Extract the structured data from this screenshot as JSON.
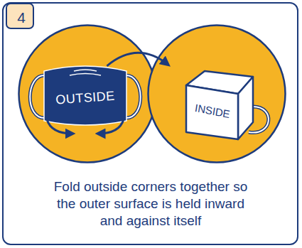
{
  "diagram": {
    "caption": "Fold outside corners together so the outer surface is held inward and against itself",
    "nodes": [
      {
        "text": [
          "4"
        ]
      },
      {
        "text": [
          "OUTSIDE"
        ]
      },
      {
        "text": [
          "INSIDE"
        ]
      }
    ],
    "edges": [
      {
        "from": 1,
        "to": 2,
        "arrow": "to"
      }
    ]
  }
}
